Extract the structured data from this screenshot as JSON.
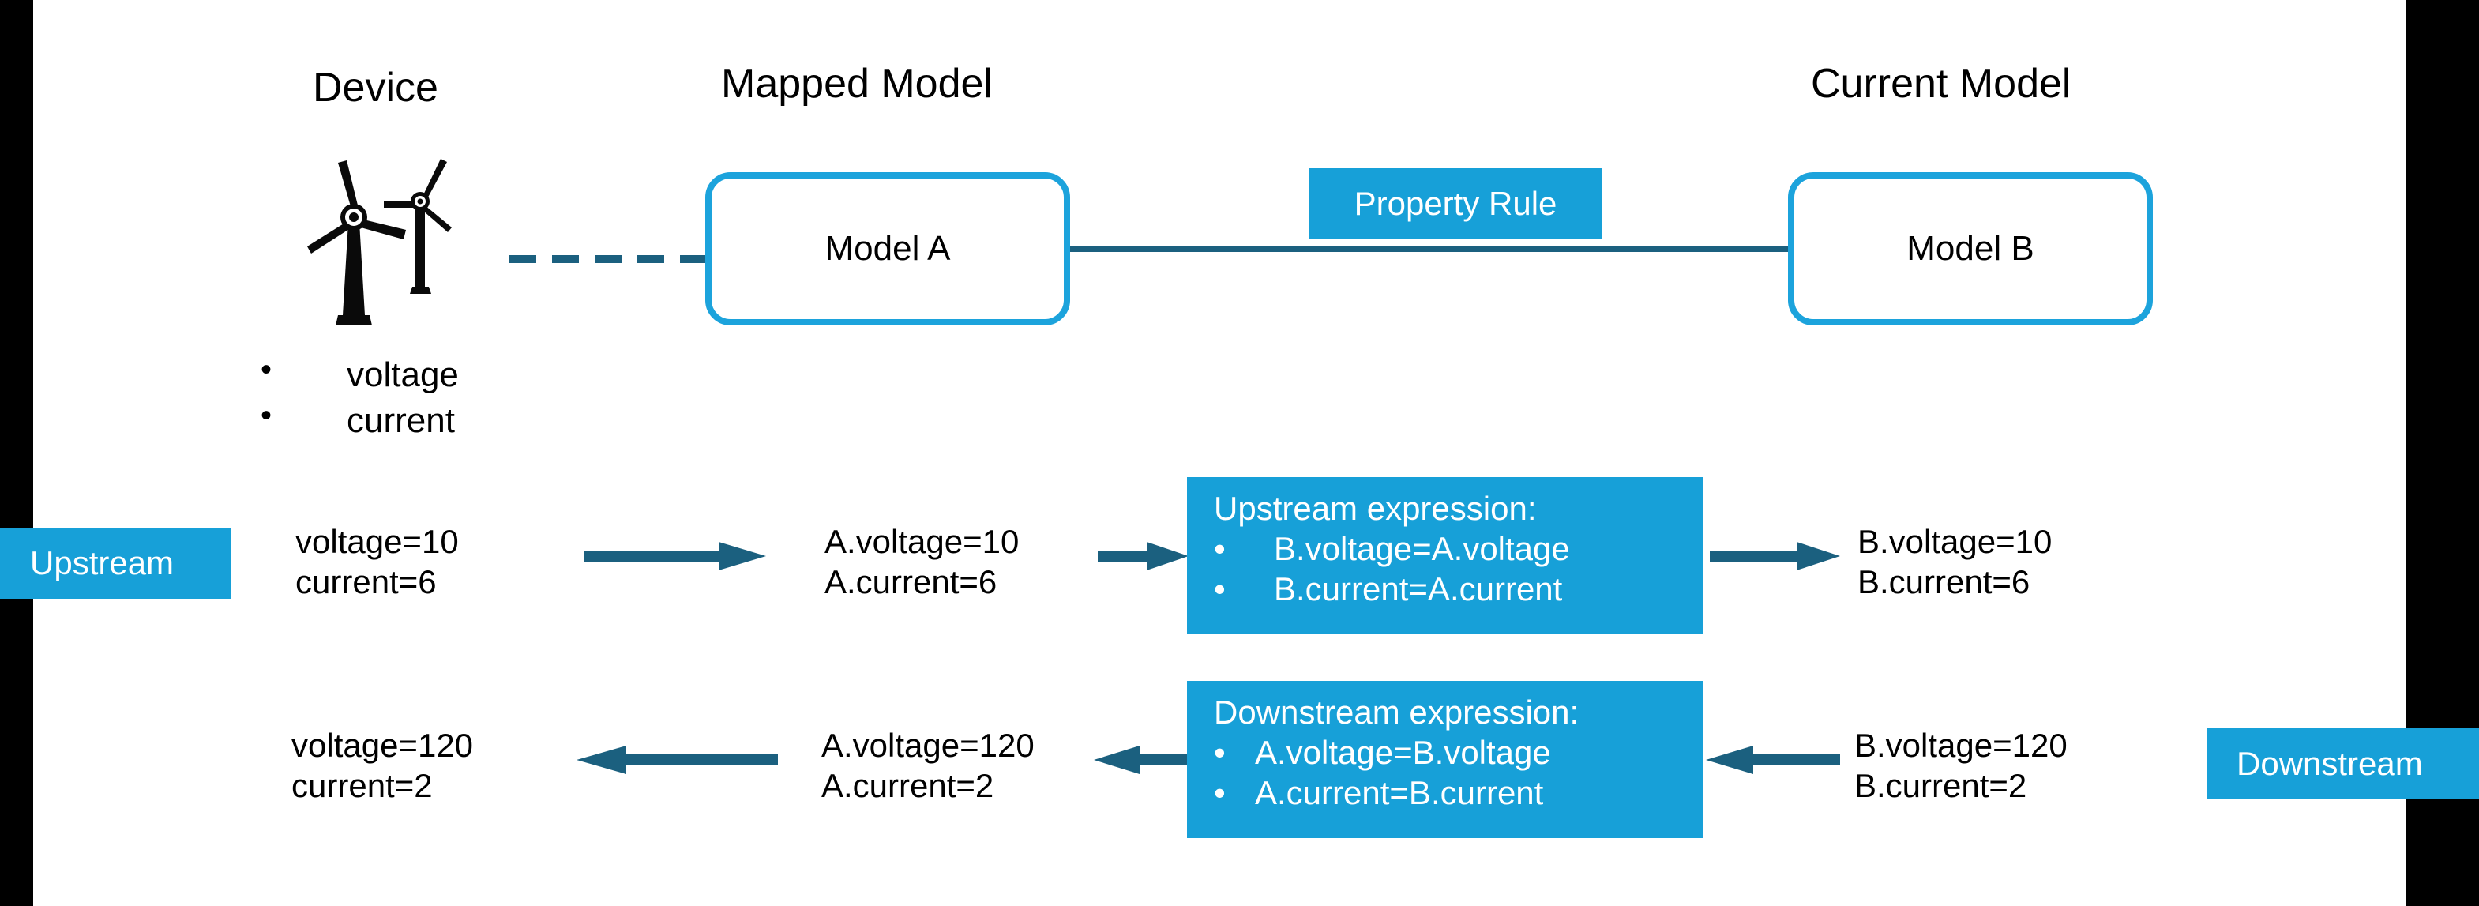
{
  "colors": {
    "accent_blue": "#17A0D8",
    "box_border_blue": "#1CA3DC",
    "line_teal": "#1B607F",
    "bar_black": "#000000",
    "text_black": "#000000",
    "text_white": "#FFFFFF"
  },
  "titles": {
    "device": "Device",
    "mapped_model": "Mapped Model",
    "current_model": "Current Model"
  },
  "boxes": {
    "model_a": "Model A",
    "model_b": "Model B"
  },
  "labels": {
    "property_rule": "Property Rule",
    "upstream": "Upstream",
    "downstream": "Downstream"
  },
  "device_properties": {
    "bullet": "•",
    "items": [
      "voltage",
      "current"
    ]
  },
  "upstream_flow": {
    "device_values": [
      "voltage=10",
      "current=6"
    ],
    "model_a_values": [
      "A.voltage=10",
      "A.current=6"
    ],
    "expression": {
      "title": "Upstream expression:",
      "bullet": "•",
      "rules": [
        "B.voltage=A.voltage",
        "B.current=A.current"
      ]
    },
    "model_b_values": [
      "B.voltage=10",
      "B.current=6"
    ]
  },
  "downstream_flow": {
    "device_values": [
      "voltage=120",
      "current=2"
    ],
    "model_a_values": [
      "A.voltage=120",
      "A.current=2"
    ],
    "expression": {
      "title": "Downstream expression:",
      "bullet": "•",
      "rules": [
        "A.voltage=B.voltage",
        "A.current=B.current"
      ]
    },
    "model_b_values": [
      "B.voltage=120",
      "B.current=2"
    ]
  },
  "icons": {
    "device": "wind-turbine-icon"
  }
}
